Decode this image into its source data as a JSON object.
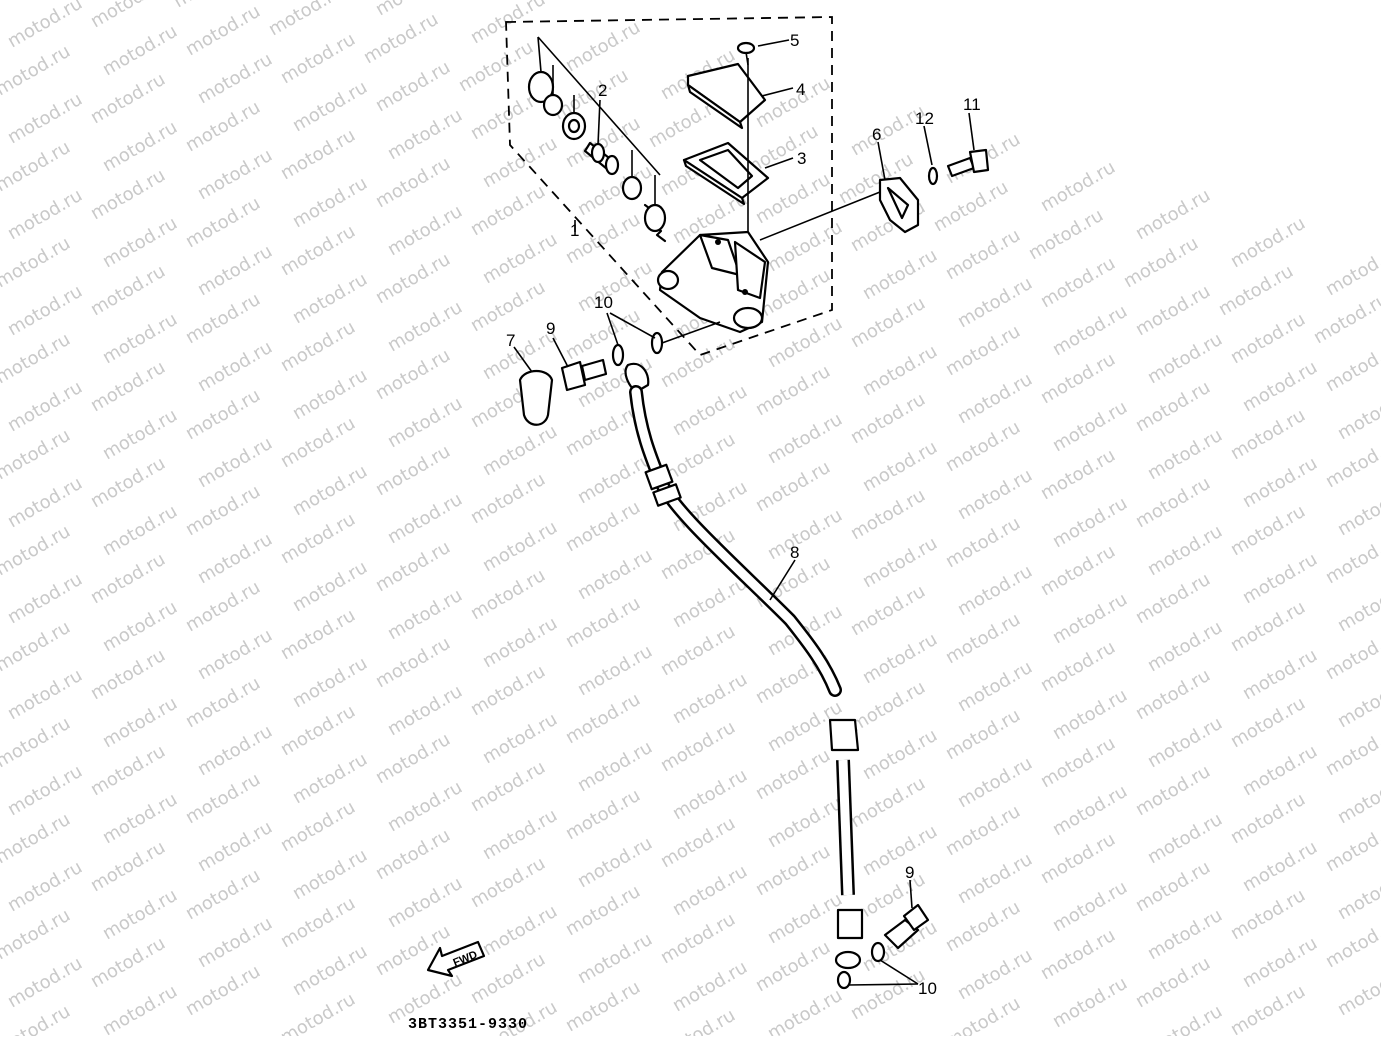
{
  "watermark": {
    "text": "motod.ru",
    "color": "#c9c9c9"
  },
  "callouts": {
    "c1": "1",
    "c2": "2",
    "c3": "3",
    "c4": "4",
    "c5": "5",
    "c6": "6",
    "c7": "7",
    "c8": "8",
    "c9_top": "9",
    "c9_bottom": "9",
    "c10_top": "10",
    "c10_bottom": "10",
    "c11": "11",
    "c12": "12"
  },
  "fwd_label": "FWD",
  "drawing_code": "3BT3351-9330"
}
